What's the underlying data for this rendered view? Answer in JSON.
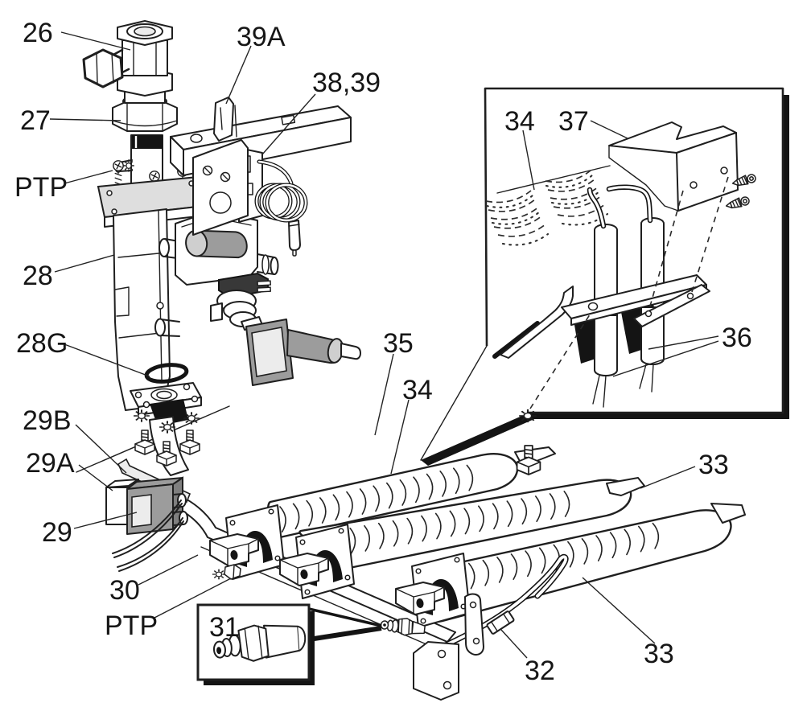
{
  "diagram": {
    "type": "exploded-parts-diagram",
    "labels": {
      "l26": "26",
      "l27": "27",
      "ptp_top": "PTP",
      "l28": "28",
      "l28g": "28G",
      "l29b": "29B",
      "l29a": "29A",
      "l29": "29",
      "l30": "30",
      "ptp_bottom": "PTP",
      "l31": "31",
      "l32": "32",
      "l33_upper": "33",
      "l33_lower": "33",
      "l34_main": "34",
      "l35": "35",
      "l34_inset": "34",
      "l37": "37",
      "l36": "36",
      "l38_39": "38,39",
      "l39a": "39A"
    },
    "colors": {
      "line": "#1f1f1f",
      "shadow_black": "#141414",
      "gray_mid": "#9c9c9c",
      "gray_light": "#cfcfcf",
      "gray_pale": "#dedede",
      "background": "#ffffff"
    }
  }
}
